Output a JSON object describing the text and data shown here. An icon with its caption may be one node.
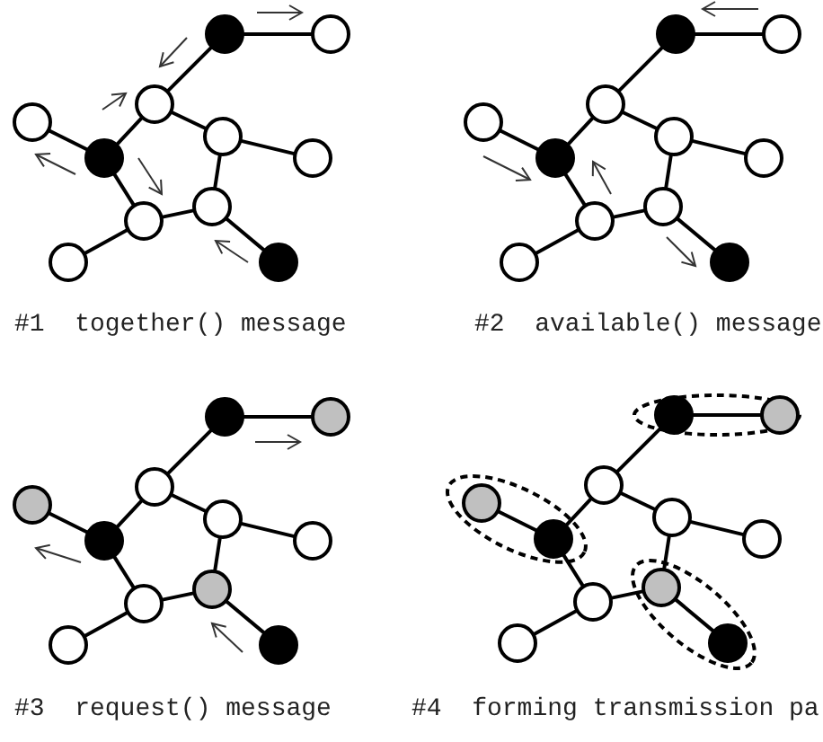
{
  "diagram": {
    "nodes": [
      {
        "text": [],
        "shape": "circle"
      },
      {
        "text": [],
        "shape": "circle"
      },
      {
        "text": [],
        "shape": "circle"
      },
      {
        "text": [],
        "shape": "circle"
      },
      {
        "text": [],
        "shape": "circle"
      },
      {
        "text": [],
        "shape": "circle"
      },
      {
        "text": [],
        "shape": "circle"
      },
      {
        "text": [],
        "shape": "circle"
      },
      {
        "text": [],
        "shape": "circle"
      },
      {
        "text": [],
        "shape": "circle"
      },
      {
        "text": [],
        "shape": "circle"
      },
      {
        "text": [],
        "shape": "circle"
      },
      {
        "text": [],
        "shape": "circle"
      },
      {
        "text": [],
        "shape": "circle"
      },
      {
        "text": [],
        "shape": "circle"
      },
      {
        "text": [],
        "shape": "circle"
      },
      {
        "text": [],
        "shape": "circle"
      },
      {
        "text": [],
        "shape": "circle"
      },
      {
        "text": [],
        "shape": "circle"
      },
      {
        "text": [],
        "shape": "circle"
      },
      {
        "text": [],
        "shape": "circle"
      },
      {
        "text": [],
        "shape": "circle"
      },
      {
        "text": [],
        "shape": "circle"
      },
      {
        "text": [],
        "shape": "circle"
      },
      {
        "text": [],
        "shape": "circle"
      },
      {
        "text": [],
        "shape": "circle"
      },
      {
        "text": [],
        "shape": "circle"
      },
      {
        "text": [],
        "shape": "circle"
      },
      {
        "text": [],
        "shape": "circle"
      },
      {
        "text": [],
        "shape": "circle"
      },
      {
        "text": [],
        "shape": "circle"
      },
      {
        "text": [],
        "shape": "circle"
      },
      {
        "text": [],
        "shape": "circle"
      },
      {
        "text": [],
        "shape": "ellipse"
      },
      {
        "text": [],
        "shape": "ellipse"
      },
      {
        "text": [],
        "shape": "ellipse"
      },
      {
        "text": [],
        "shape": "circle",
        "in": 33
      },
      {
        "text": [],
        "shape": "circle",
        "in": 33
      },
      {
        "text": [],
        "shape": "circle"
      },
      {
        "text": [],
        "shape": "circle",
        "in": 34
      },
      {
        "text": [],
        "shape": "circle",
        "in": 34
      },
      {
        "text": [],
        "shape": "circle"
      },
      {
        "text": [],
        "shape": "circle"
      },
      {
        "text": [],
        "shape": "circle"
      },
      {
        "text": [],
        "shape": "circle",
        "in": 35
      },
      {
        "text": [],
        "shape": "circle"
      },
      {
        "text": [],
        "shape": "circle",
        "in": 35
      }
    ],
    "edges": [
      {
        "from": 0,
        "to": 1,
        "arrow": "none"
      },
      {
        "from": 0,
        "to": 2,
        "arrow": "none"
      },
      {
        "from": 2,
        "to": 4,
        "arrow": "none"
      },
      {
        "from": 2,
        "to": 5,
        "arrow": "none"
      },
      {
        "from": 3,
        "to": 4,
        "arrow": "none"
      },
      {
        "from": 4,
        "to": 7,
        "arrow": "none"
      },
      {
        "from": 5,
        "to": 6,
        "arrow": "none"
      },
      {
        "from": 5,
        "to": 8,
        "arrow": "none"
      },
      {
        "from": 7,
        "to": 8,
        "arrow": "none"
      },
      {
        "from": 7,
        "to": 9,
        "arrow": "none"
      },
      {
        "from": 8,
        "to": 10,
        "arrow": "none"
      },
      {
        "from": 11,
        "to": 12,
        "arrow": "none"
      },
      {
        "from": 11,
        "to": 13,
        "arrow": "none"
      },
      {
        "from": 13,
        "to": 15,
        "arrow": "none"
      },
      {
        "from": 13,
        "to": 16,
        "arrow": "none"
      },
      {
        "from": 14,
        "to": 15,
        "arrow": "none"
      },
      {
        "from": 15,
        "to": 18,
        "arrow": "none"
      },
      {
        "from": 16,
        "to": 17,
        "arrow": "none"
      },
      {
        "from": 16,
        "to": 19,
        "arrow": "none"
      },
      {
        "from": 18,
        "to": 19,
        "arrow": "none"
      },
      {
        "from": 18,
        "to": 20,
        "arrow": "none"
      },
      {
        "from": 19,
        "to": 21,
        "arrow": "none"
      },
      {
        "from": 22,
        "to": 23,
        "arrow": "none"
      },
      {
        "from": 22,
        "to": 24,
        "arrow": "none"
      },
      {
        "from": 24,
        "to": 26,
        "arrow": "none"
      },
      {
        "from": 24,
        "to": 27,
        "arrow": "none"
      },
      {
        "from": 25,
        "to": 26,
        "arrow": "none"
      },
      {
        "from": 26,
        "to": 29,
        "arrow": "none"
      },
      {
        "from": 27,
        "to": 28,
        "arrow": "none"
      },
      {
        "from": 27,
        "to": 30,
        "arrow": "none"
      },
      {
        "from": 29,
        "to": 30,
        "arrow": "none"
      },
      {
        "from": 29,
        "to": 31,
        "arrow": "none"
      },
      {
        "from": 30,
        "to": 32,
        "arrow": "none"
      },
      {
        "from": 36,
        "to": 37,
        "arrow": "none"
      },
      {
        "from": 36,
        "to": 38,
        "arrow": "none"
      },
      {
        "from": 38,
        "to": 40,
        "arrow": "none"
      },
      {
        "from": 38,
        "to": 41,
        "arrow": "none"
      },
      {
        "from": 39,
        "to": 40,
        "arrow": "none"
      },
      {
        "from": 40,
        "to": 43,
        "arrow": "none"
      },
      {
        "from": 41,
        "to": 42,
        "arrow": "none"
      },
      {
        "from": 41,
        "to": 44,
        "arrow": "none"
      },
      {
        "from": 43,
        "to": 44,
        "arrow": "none"
      },
      {
        "from": 43,
        "to": 45,
        "arrow": "none"
      },
      {
        "from": 44,
        "to": 46,
        "arrow": "none"
      }
    ],
    "labels": [
      "#1  together() message",
      "#2  available() message",
      "#3  request() message",
      "#4  forming transmission pa"
    ]
  }
}
